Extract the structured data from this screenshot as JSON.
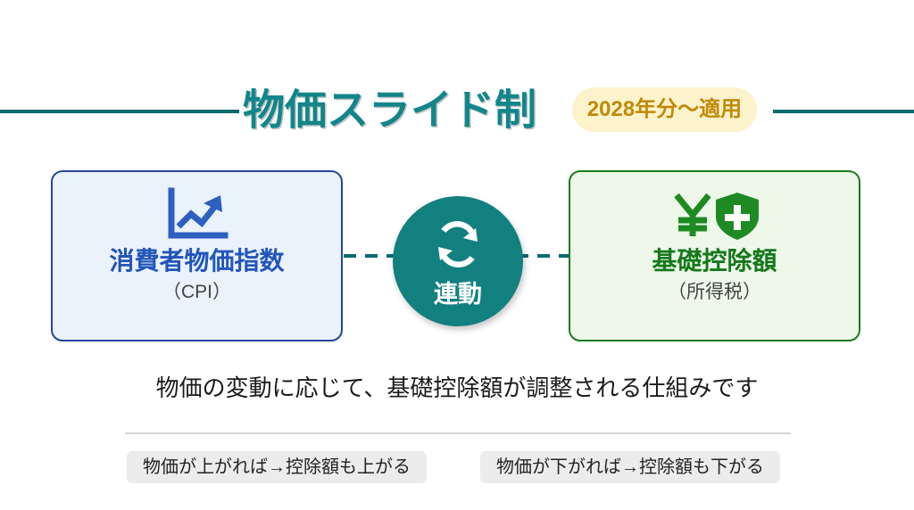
{
  "title": {
    "heading": "物価スライド制",
    "badge": "2028年分〜適用",
    "heading_color": "#12868a",
    "badge_bg": "#fcf3cd",
    "badge_color": "#c08a05",
    "rule_color": "#0b6b6e"
  },
  "flow": {
    "left_card": {
      "icon": "line-chart-uptrend-icon",
      "title": "消費者物価指数",
      "subtitle": "（CPI）",
      "bg": "#eaf2fb",
      "border": "#26469b",
      "title_color": "#2255bb"
    },
    "hub": {
      "icon": "sync-refresh-icon",
      "label": "連動",
      "bg": "#138080"
    },
    "right_card": {
      "icon": "yen-shield-plus-icon",
      "title": "基礎控除額",
      "subtitle": "（所得税）",
      "bg": "#edf8e9",
      "border": "#1a7a1f",
      "title_color": "#15781b"
    }
  },
  "description": "物価の変動に応じて、基礎控除額が調整される仕組みです",
  "outcomes": [
    {
      "label": "物価が上がれば→控除額も上がる"
    },
    {
      "label": "物価が下がれば→控除額も下がる"
    }
  ]
}
